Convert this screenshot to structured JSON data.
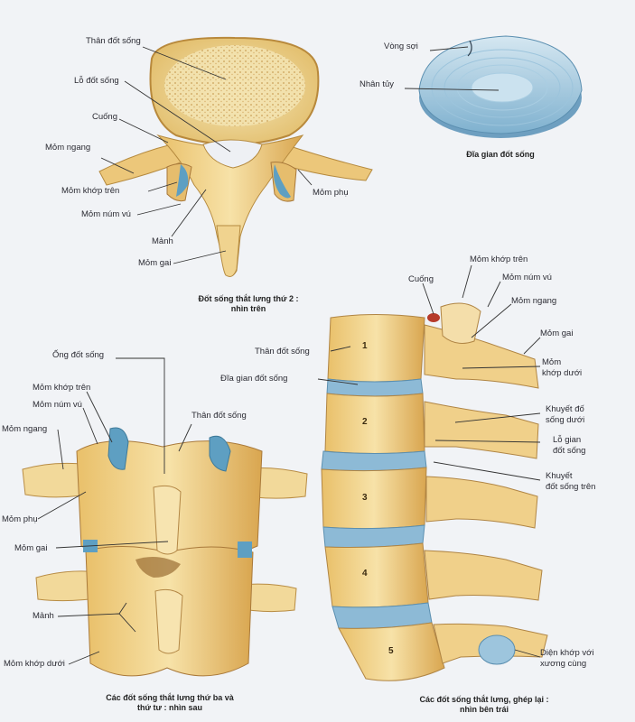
{
  "top_vertebra": {
    "caption_line1": "Đốt sống thắt lưng thứ 2 :",
    "caption_line2": "nhìn trên",
    "labels": {
      "body": "Thân đốt sống",
      "foramen": "Lỗ đốt sống",
      "pedicle": "Cuống",
      "transverse": "Mỏm ngang",
      "sup_articular": "Mỏm khớp trên",
      "mammillary": "Mỏm núm vú",
      "lamina": "Mảnh",
      "spinous": "Mỏm gai",
      "accessory": "Mỏm phụ"
    }
  },
  "disc": {
    "caption": "Đĩa gian đốt sống",
    "labels": {
      "annulus": "Vòng sợi",
      "nucleus": "Nhân tủy"
    }
  },
  "posterior": {
    "caption_line1": "Các đốt sống thắt lưng thứ ba và",
    "caption_line2": "thứ tư : nhìn sau",
    "labels": {
      "canal": "Ống đốt sống",
      "sup_articular": "Mỏm khớp trên",
      "mammillary": "Mỏm núm vú",
      "transverse": "Mỏm ngang",
      "body": "Thân đốt sống",
      "accessory": "Mỏm phụ",
      "spinous": "Mỏm gai",
      "lamina": "Mảnh",
      "inf_articular": "Mỏm khớp dưới"
    }
  },
  "lateral": {
    "caption_line1": "Các đốt sống thắt lưng, ghép lại :",
    "caption_line2": "nhìn bên trái",
    "numbers": [
      "1",
      "2",
      "3",
      "4",
      "5"
    ],
    "labels": {
      "sup_articular": "Mỏm khớp trên",
      "pedicle": "Cuống",
      "mammillary": "Mỏm núm vú",
      "transverse": "Mỏm ngang",
      "spinous": "Mỏm gai",
      "body": "Thân đốt sống",
      "disc": "Đĩa gian đốt sống",
      "inf_articular_1": "Mỏm",
      "inf_articular_2": "khớp dưới",
      "inf_notch_1": "Khuyết đố",
      "inf_notch_2": "sống dưới",
      "foramen_1": "Lỗ gian",
      "foramen_2": "đốt sống",
      "sup_notch_1": "Khuyết",
      "sup_notch_2": "đốt sống trên",
      "sacral_1": "Diện khớp với",
      "sacral_2": "xương cùng"
    }
  },
  "colors": {
    "bone": "#f0d08a",
    "bone_dark": "#c8913f",
    "cartilage": "#6fa9c8",
    "disc": "#b9d7e8",
    "line": "#333"
  }
}
